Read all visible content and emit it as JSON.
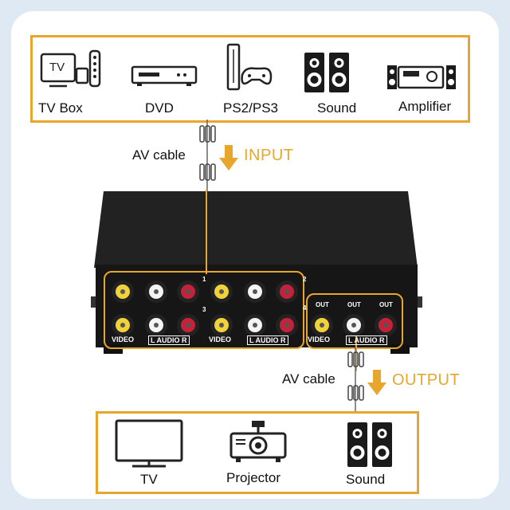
{
  "input_devices": [
    {
      "icon": "tv-box-icon",
      "label": "TV Box",
      "screen_text": "TV"
    },
    {
      "icon": "dvd-player-icon",
      "label": "DVD"
    },
    {
      "icon": "game-console-icon",
      "label": "PS2/PS3"
    },
    {
      "icon": "speakers-icon",
      "label": "Sound"
    },
    {
      "icon": "amplifier-icon",
      "label": "Amplifier"
    }
  ],
  "input_cable": {
    "label": "AV cable",
    "direction_label": "INPUT"
  },
  "switch_panel": {
    "port1": "1",
    "port2": "2",
    "port3": "3",
    "port4": "4",
    "video_label": "VIDEO",
    "audio_label": "L  AUDIO R",
    "out_label": "OUT"
  },
  "output_cable": {
    "label": "AV cable",
    "direction_label": "OUTPUT"
  },
  "output_devices": [
    {
      "icon": "tv-icon",
      "label": "TV"
    },
    {
      "icon": "projector-icon",
      "label": "Projector"
    },
    {
      "icon": "speakers-icon",
      "label": "Sound"
    }
  ],
  "colors": {
    "accent": "#e8a72c",
    "device_body": "#1a1a1a",
    "video_jack": "#f1d23a",
    "audio_left": "#f4f4f4",
    "audio_right": "#c4223a"
  }
}
